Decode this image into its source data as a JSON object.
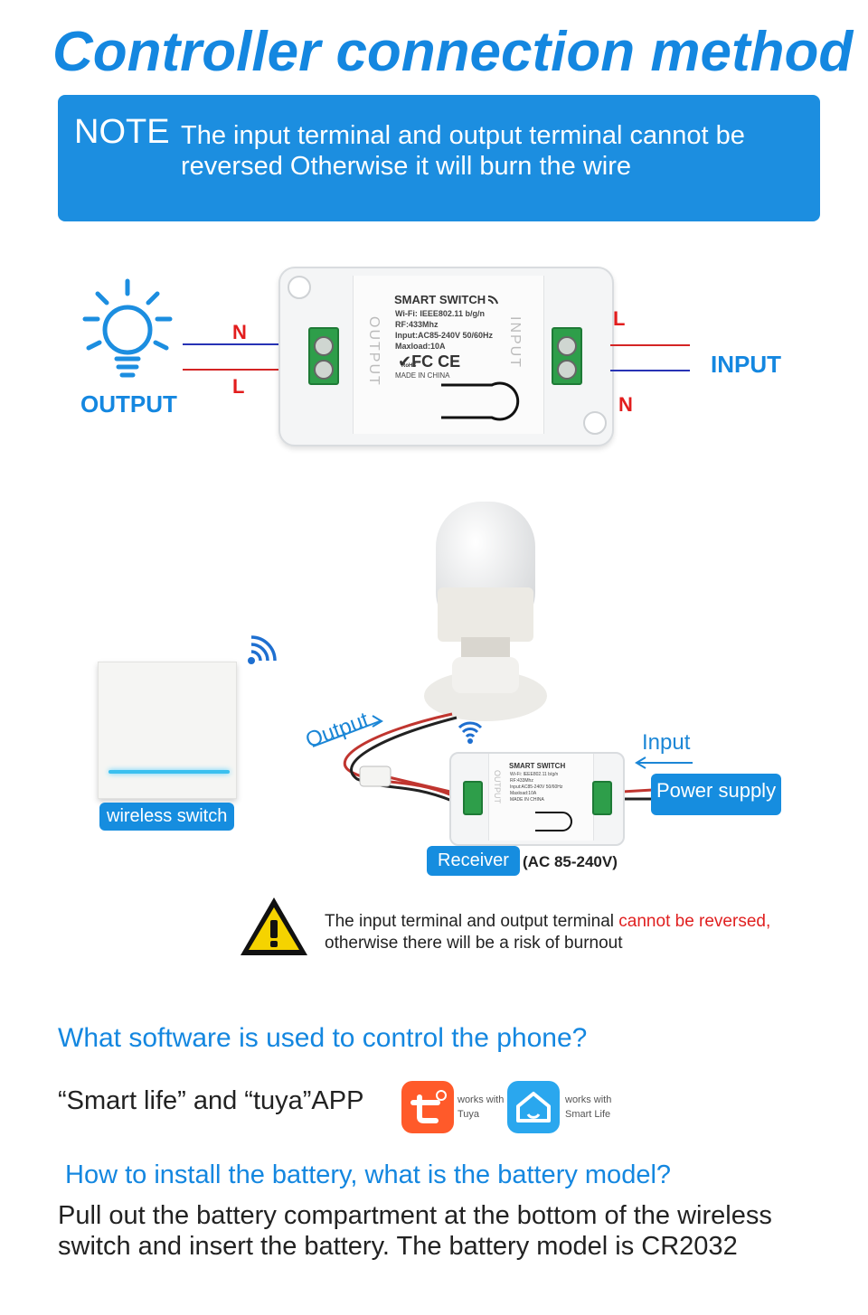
{
  "title": "Controller connection method",
  "note": {
    "label": "NOTE",
    "text": "The input terminal and output terminal cannot be reversed Otherwise it will burn the wire"
  },
  "diagram": {
    "output_label": "OUTPUT",
    "input_label": "INPUT",
    "left_top": "N",
    "left_bottom": "L",
    "right_top": "L",
    "right_bottom": "N",
    "module": {
      "brand": "SMART SWITCH",
      "spec_lines": [
        "Wi-Fi: IEEE802.11 b/g/n",
        "RF:433Mhz",
        "Input:AC85-240V  50/60Hz",
        "Maxload:10A"
      ],
      "marks": "✔FC CE",
      "made_in": "MADE IN CHINA",
      "side_left": "OUTPUT",
      "side_right": "INPUT",
      "rohs": "RoHS"
    }
  },
  "scene": {
    "output_tag": "Output",
    "input_tag": "Input",
    "power_supply": "Power supply",
    "wireless_switch": "wireless switch",
    "receiver": "Receiver",
    "receiver_note": "(AC 85-240V)",
    "small_module": {
      "brand": "SMART SWITCH",
      "spec_lines": [
        "Wi-Fi: IEEE802.11 b/g/n",
        "RF:433Mhz",
        "Input:AC85-240V  50/60Hz",
        "Maxload:10A"
      ],
      "made_in": "MADE IN CHINA",
      "side_left": "OUTPUT"
    }
  },
  "warning": {
    "text_before": "The input terminal and output terminal ",
    "text_red": "cannot be reversed,",
    "text_after": "otherwise there will be a risk of burnout",
    "icon": "warning-triangle-icon"
  },
  "software": {
    "question": "What software is used to control the phone?",
    "answer": "“Smart life” and “tuya”APP",
    "tuya": {
      "line1": "works with",
      "line2": "Tuya",
      "color": "#ff5a2a"
    },
    "smartlife": {
      "line1": "works with",
      "line2": "Smart Life",
      "color": "#2aa7ee"
    }
  },
  "battery": {
    "question": "How to install the battery, what is the battery model?",
    "answer": "Pull out the battery compartment at the bottom of the wireless switch and insert the battery. The battery model is CR2032"
  },
  "colors": {
    "accent": "#1487e0",
    "red": "#e21d1d",
    "terminal": "#2e9e4a"
  }
}
